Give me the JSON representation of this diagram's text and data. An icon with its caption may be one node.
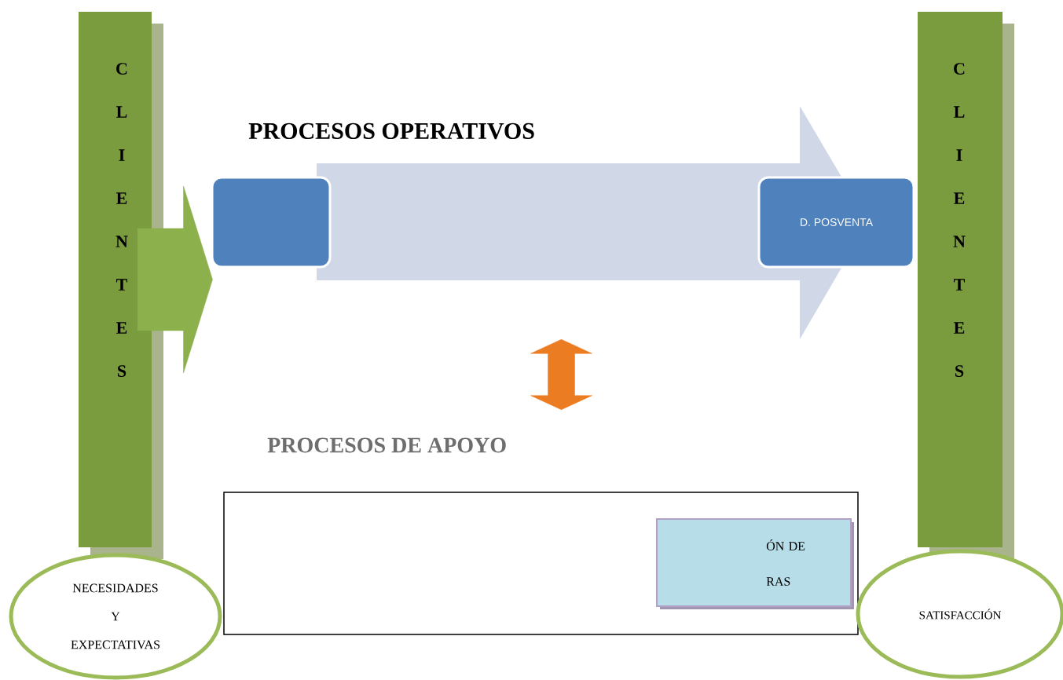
{
  "diagram": {
    "nodes": [
      {
        "text": [
          "C L I E N T E S"
        ]
      },
      {
        "text": [
          "NECESIDADES Y EXPECTATIVAS"
        ]
      },
      {
        "text": [
          "PROCESOS OPERATIVOS"
        ]
      },
      {
        "text": [],
        "shape": "box"
      },
      {
        "text": [
          "D. POSVENTA"
        ]
      },
      {
        "text": [
          "PROCESOS DE APOYO"
        ]
      },
      {
        "text": [
          "ÓN DE RAS"
        ],
        "in": 5
      },
      {
        "text": [
          "C L I E N T E S"
        ]
      },
      {
        "text": [
          "SATISFACCIÓN"
        ]
      }
    ],
    "edges": [
      {
        "from": 0,
        "to": 3,
        "arrow": "to",
        "style": "thick",
        "color": "#8cb04c"
      },
      {
        "from": 2,
        "to": 5,
        "arrow": "both",
        "color": "#ec7c22"
      }
    ]
  }
}
